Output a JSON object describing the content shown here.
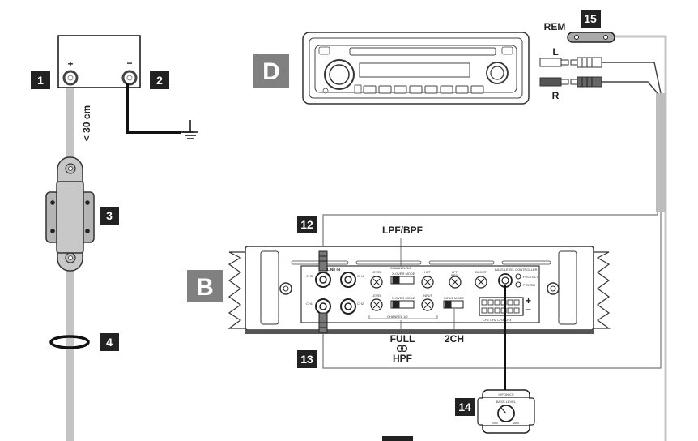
{
  "badges": {
    "b1": "1",
    "b2": "2",
    "b3": "3",
    "b4": "4",
    "b12": "12",
    "b13": "13",
    "b14": "14",
    "b15": "15"
  },
  "sections": {
    "d": "D",
    "b": "B"
  },
  "battery": {
    "plus": "+",
    "minus": "−",
    "distance": "< 30 cm"
  },
  "head_unit": {
    "rem": "REM",
    "left": "L",
    "right": "R"
  },
  "amp": {
    "lpf_bpf": "LPF/BPF",
    "full": "FULL",
    "hpf": "HPF",
    "two_ch": "2CH",
    "line_in": "LINE IN",
    "ch1": "CH1",
    "ch2": "CH2",
    "ch3": "CH3",
    "ch4": "CH4",
    "level_top": "LEVEL",
    "level_bottom": "LEVEL",
    "hpf_knob": "HPF",
    "lpf_knob": "LPF",
    "bpf": "BPF",
    "boost": "BOOST",
    "xover_mode_top": "X-OVER MODE",
    "xover_mode_bottom": "X-OVER MODE",
    "input_mode": "INPUT MODE",
    "input": "INPUT",
    "channel_34": "CHANNEL 3/4",
    "channel_12": "CHANNEL 1/2",
    "bass_control": "BASS LEVEL CONTROLLER",
    "protect": "PROTECT",
    "power": "POWER",
    "speaker_out": "CH1  CH2  CH3  CH4"
  },
  "remote": {
    "brand": "HIFONICS",
    "label": "BASS LEVEL",
    "min": "MIN",
    "max": "MAX"
  }
}
